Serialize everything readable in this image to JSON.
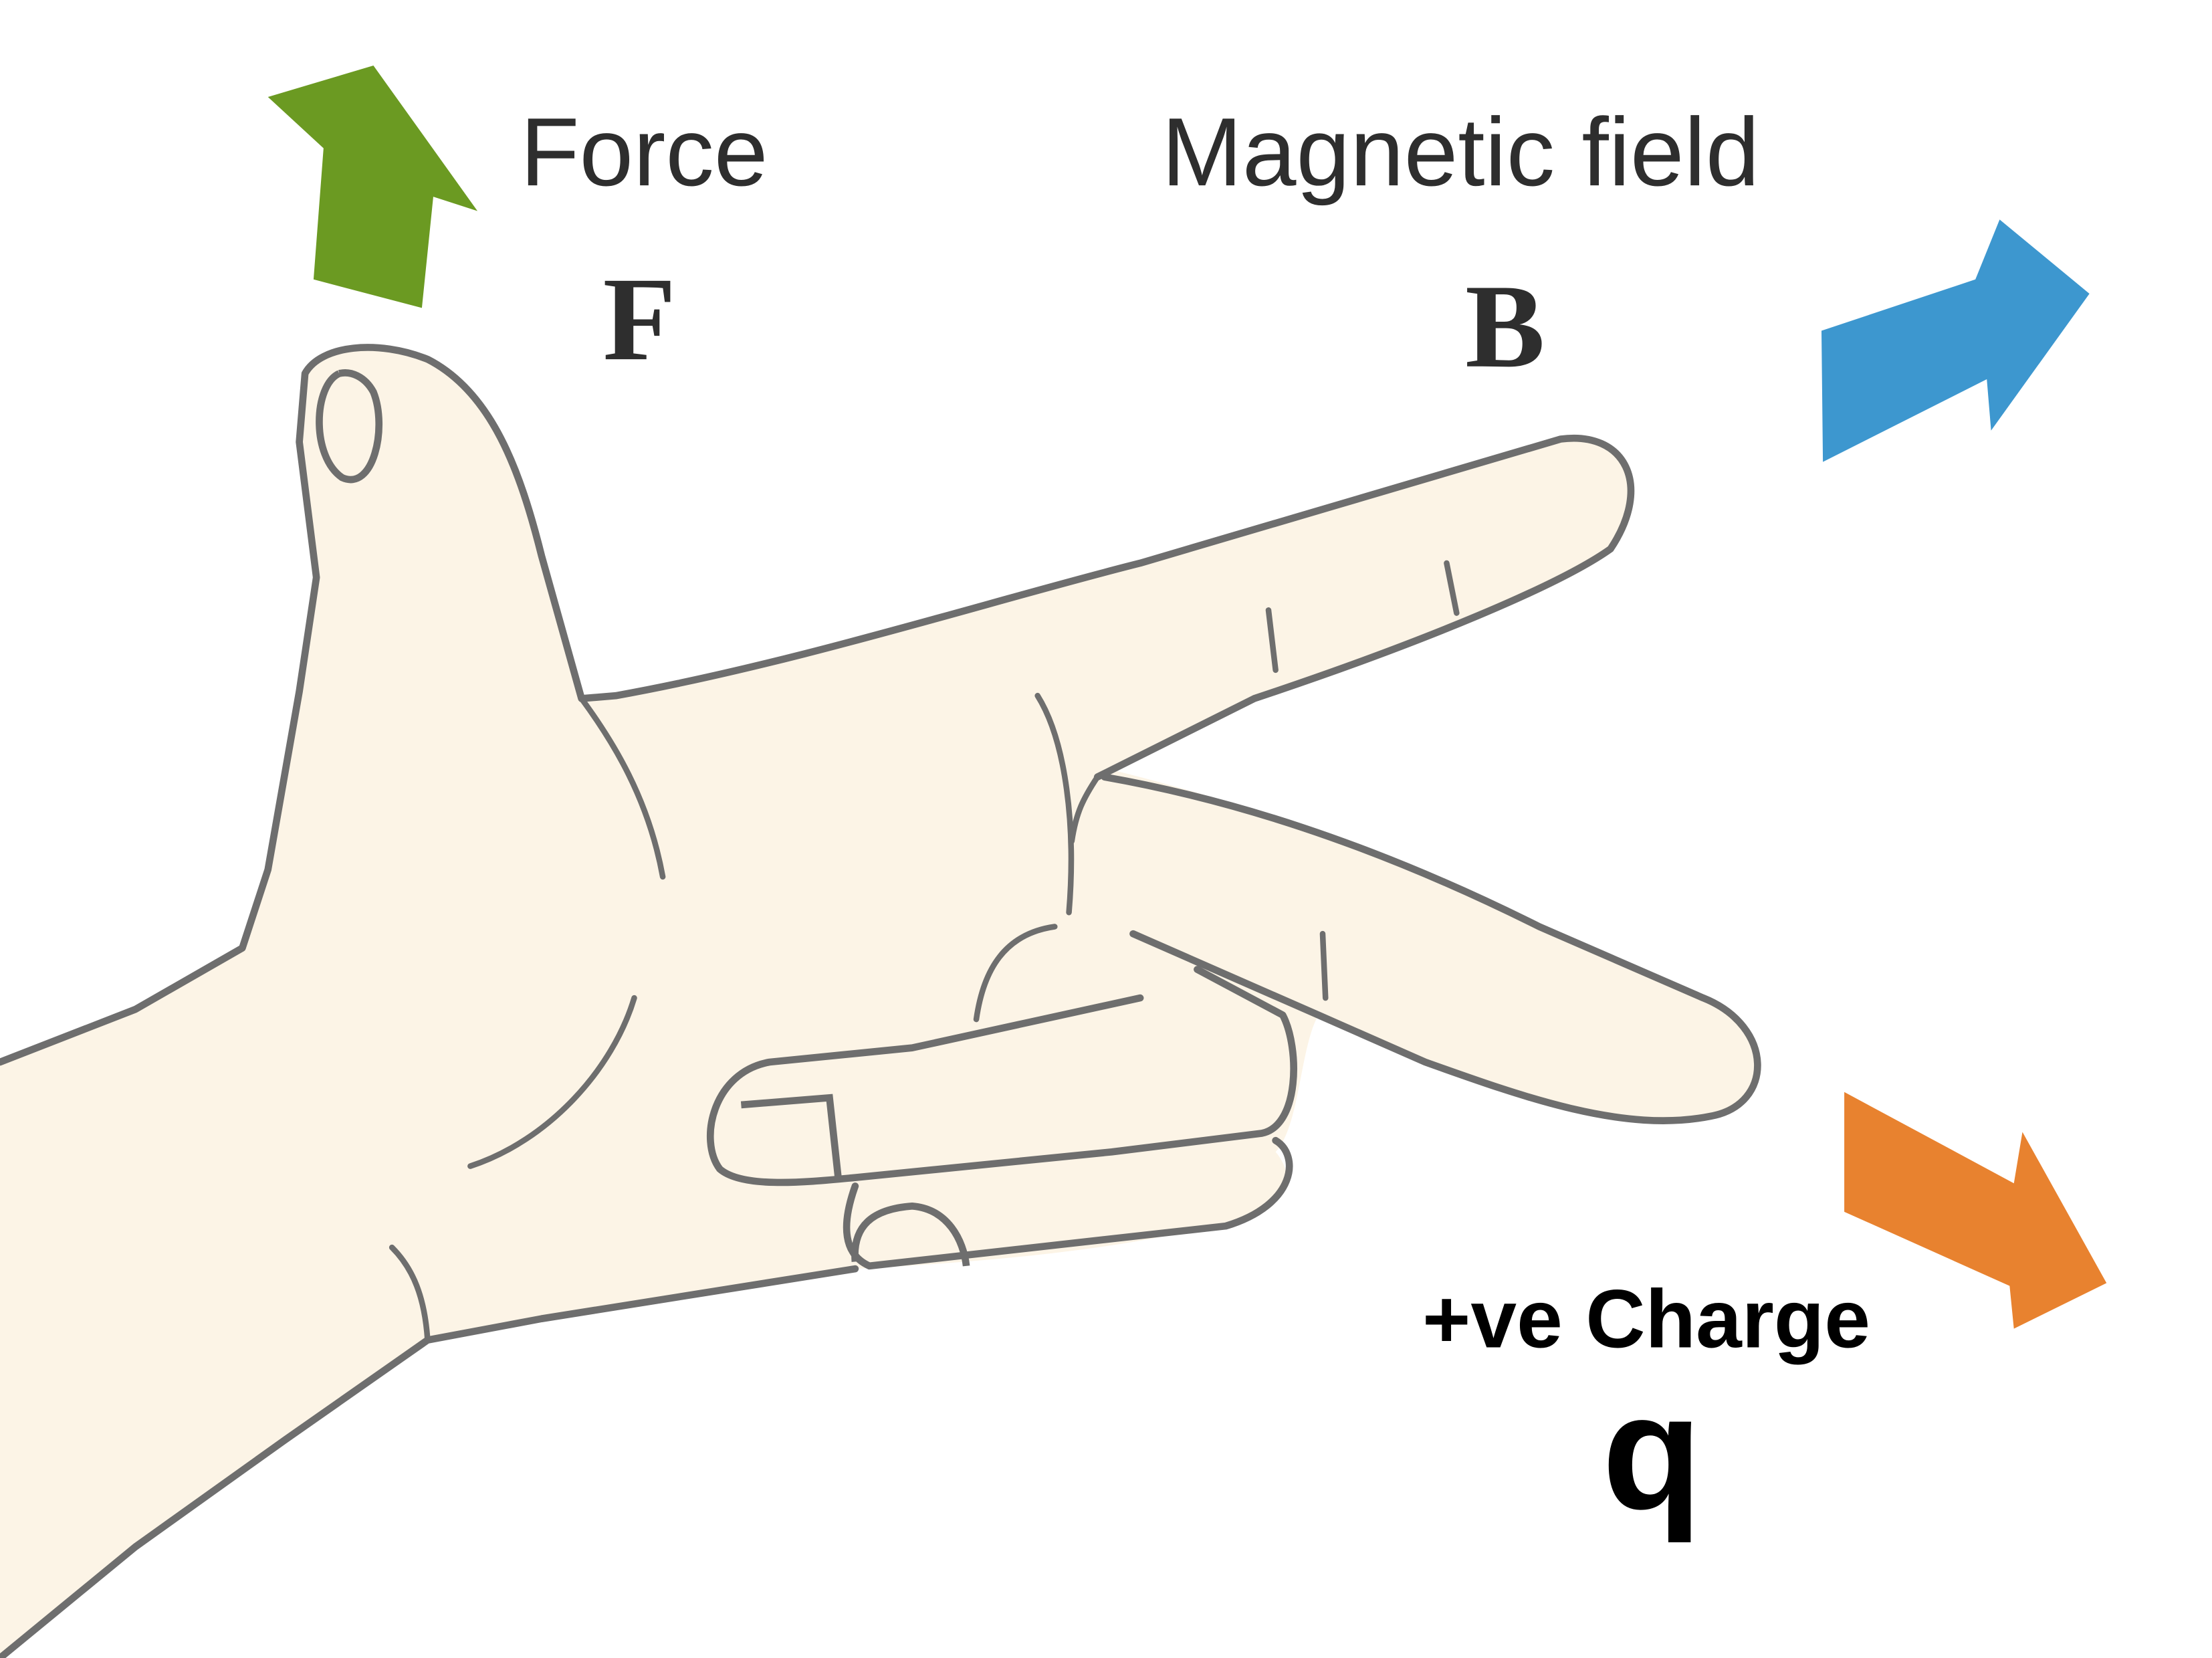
{
  "labels": {
    "force": "Force",
    "force_symbol": "F",
    "magnetic_field": "Magnetic field",
    "magnetic_field_symbol": "B",
    "charge": "+ve Charge",
    "charge_symbol": "q"
  },
  "arrows": [
    {
      "name": "force-arrow",
      "meaning": "Force",
      "color": "#6b9a22"
    },
    {
      "name": "magnetic-field-arrow",
      "meaning": "Magnetic field",
      "color": "#3d97cf"
    },
    {
      "name": "charge-velocity-arrow",
      "meaning": "+ve Charge",
      "color": "#e8822f"
    }
  ],
  "colors": {
    "skin": "#fcf4e6",
    "outline": "#6e6e6e",
    "label_gray": "#2e2e2e",
    "label_black": "#000000"
  }
}
